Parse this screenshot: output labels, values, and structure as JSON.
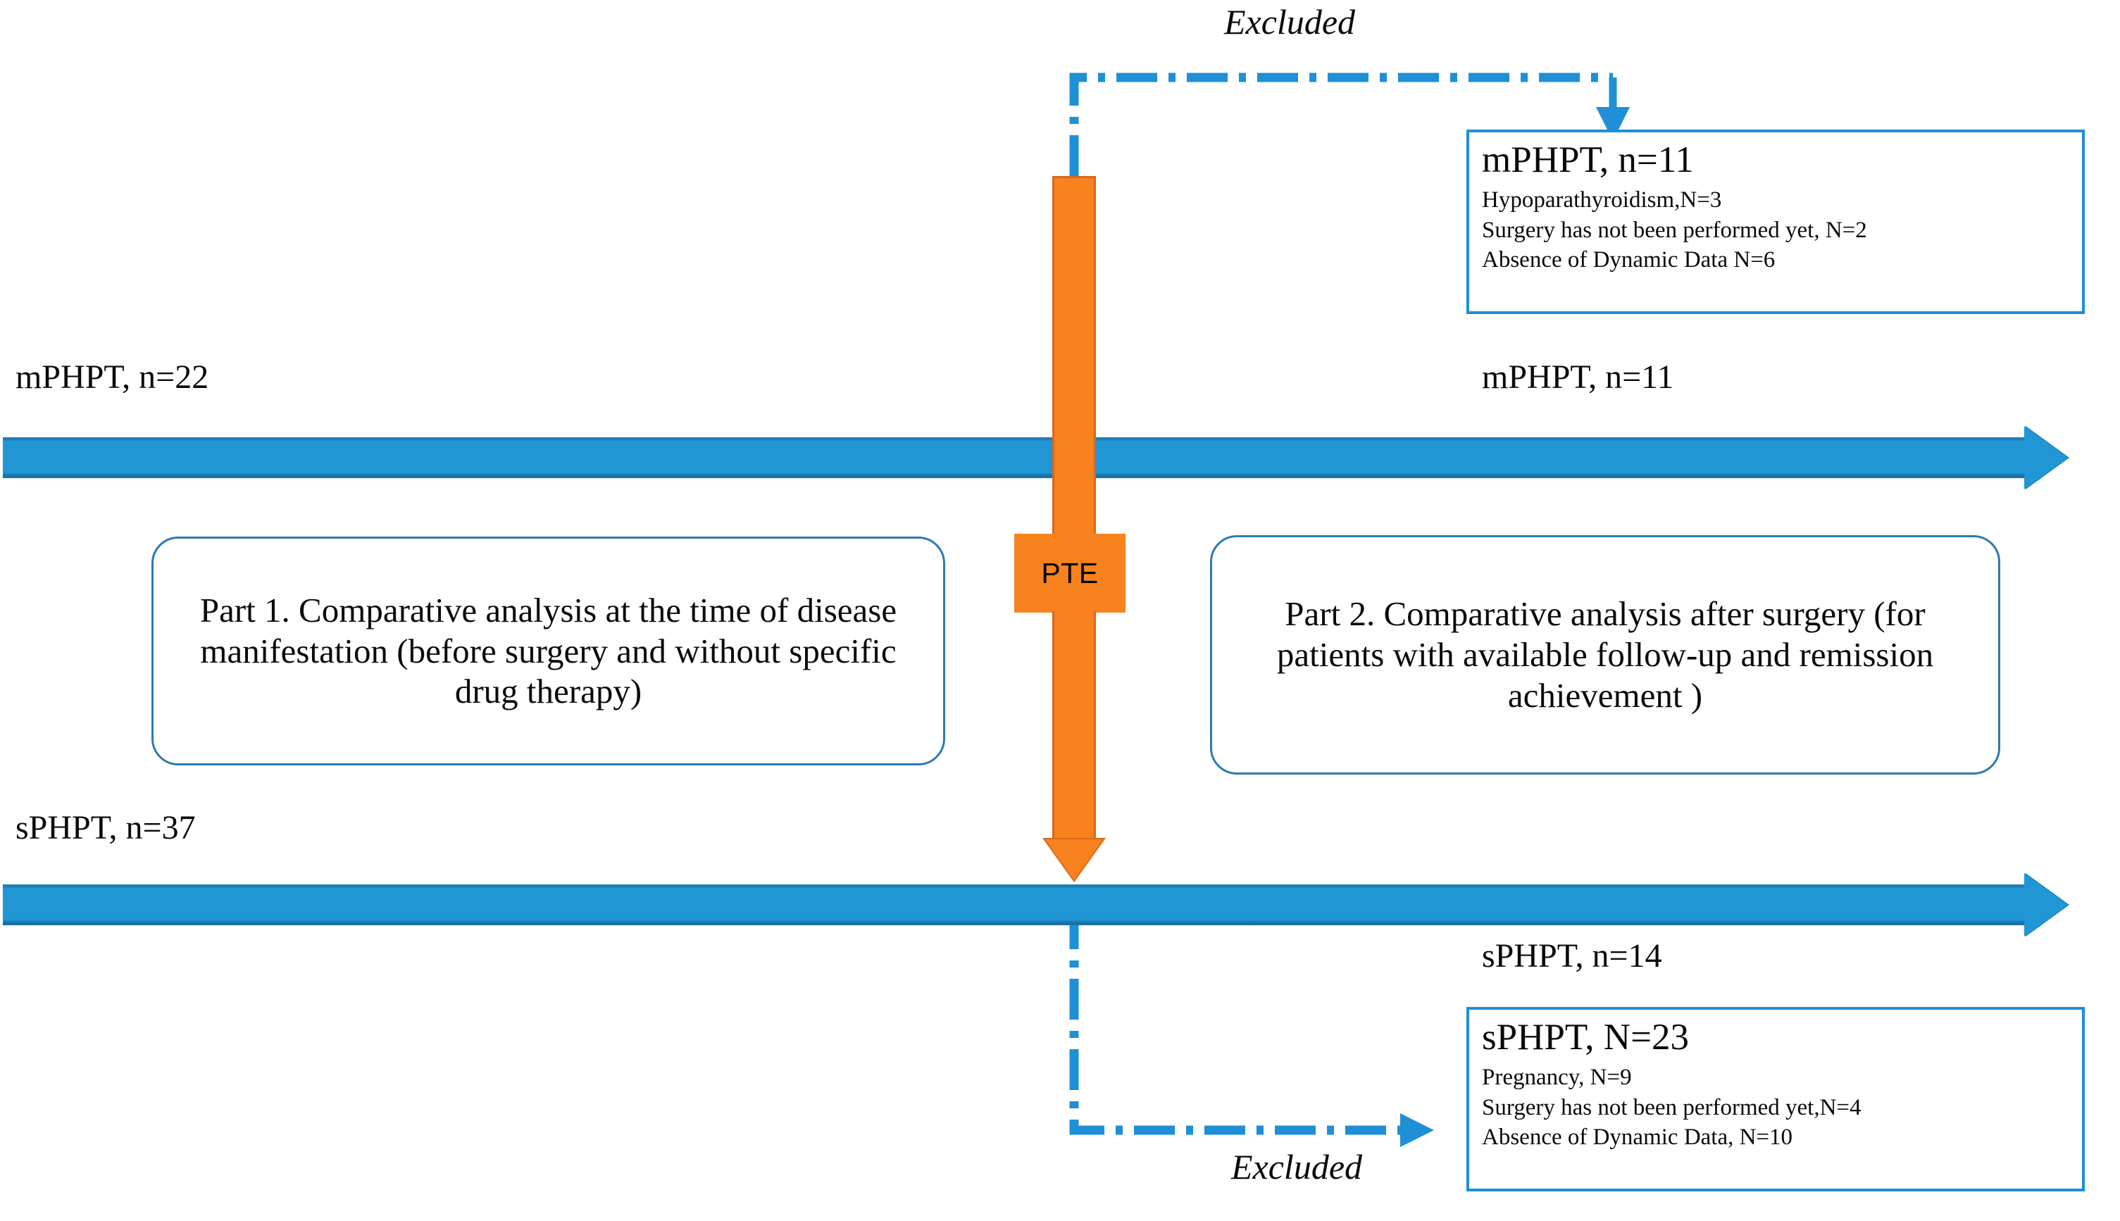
{
  "diagram": {
    "title": "PHPT study flow diagram",
    "accent_blue": "#2196d4",
    "accent_blue_dark": "#1b7fb8",
    "accent_orange": "#f7821e",
    "accent_orange_dark": "#d9691a",
    "border_blue": "#1f8fd6",
    "part_box_border": "#2e7ab0"
  },
  "timelines": {
    "top": {
      "label_left": "mPHPT, n=22",
      "label_right": "mPHPT, n=11"
    },
    "bottom": {
      "label_left": "sPHPT, n=37",
      "label_right": "sPHPT, n=14"
    }
  },
  "intervention": {
    "label": "PTE"
  },
  "parts": {
    "part1": "Part 1. Comparative analysis at the time of disease manifestation (before surgery and without specific drug therapy)",
    "part2": "Part 2. Comparative analysis  after surgery (for patients with available follow-up and remission achievement )"
  },
  "excluded_captions": {
    "top": "Excluded",
    "bottom": "Excluded"
  },
  "exclusion_boxes": {
    "top": {
      "title": "mPHPT, n=11",
      "reasons": [
        "Hypoparathyroidism,N=3",
        "Surgery has not been performed yet, N=2",
        "Absence of Dynamic Data N=6"
      ]
    },
    "bottom": {
      "title": "sPHPT, N=23",
      "reasons": [
        "Pregnancy, N=9",
        "Surgery has not been performed yet,N=4",
        "Absence of Dynamic Data, N=10"
      ]
    }
  }
}
